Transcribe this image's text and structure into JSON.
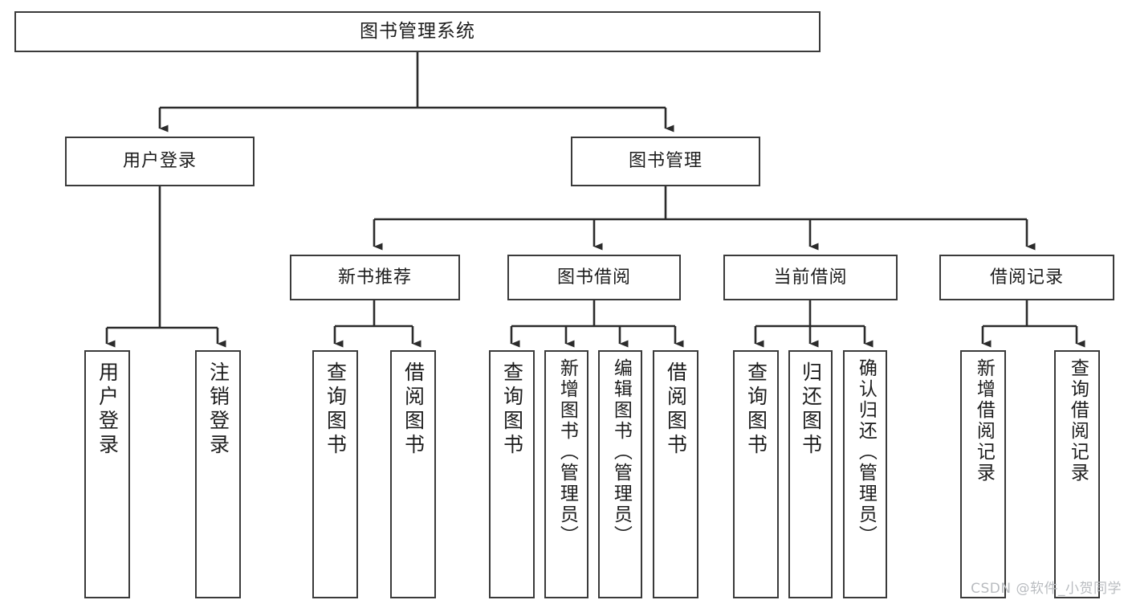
{
  "diagram": {
    "type": "tree",
    "title": "图书管理系统",
    "orientation": "top-down",
    "colors": {
      "box_border": "#3a3a3a",
      "box_fill": "#ffffff",
      "connector": "#2b2b2b",
      "text": "#1d1d1d",
      "watermark": "#b9bcc0"
    },
    "root": {
      "label": "图书管理系统"
    },
    "level2": [
      {
        "label": "用户登录"
      },
      {
        "label": "图书管理"
      }
    ],
    "level3": [
      {
        "label": "新书推荐"
      },
      {
        "label": "图书借阅"
      },
      {
        "label": "当前借阅"
      },
      {
        "label": "借阅记录"
      }
    ],
    "leaves": {
      "user_login": [
        {
          "label": "用户登录"
        },
        {
          "label": "注销登录"
        }
      ],
      "new_book": [
        {
          "label": "查询图书"
        },
        {
          "label": "借阅图书"
        }
      ],
      "book_borrow": [
        {
          "label": "查询图书"
        },
        {
          "label": "新增图书（管理员）"
        },
        {
          "label": "编辑图书（管理员）"
        },
        {
          "label": "借阅图书"
        }
      ],
      "current_borrow": [
        {
          "label": "查询图书"
        },
        {
          "label": "归还图书"
        },
        {
          "label": "确认归还（管理员）"
        }
      ],
      "borrow_record": [
        {
          "label": "新增借阅记录"
        },
        {
          "label": "查询借阅记录"
        }
      ]
    }
  },
  "watermark": {
    "text": "CSDN @软件_小贺同学"
  }
}
